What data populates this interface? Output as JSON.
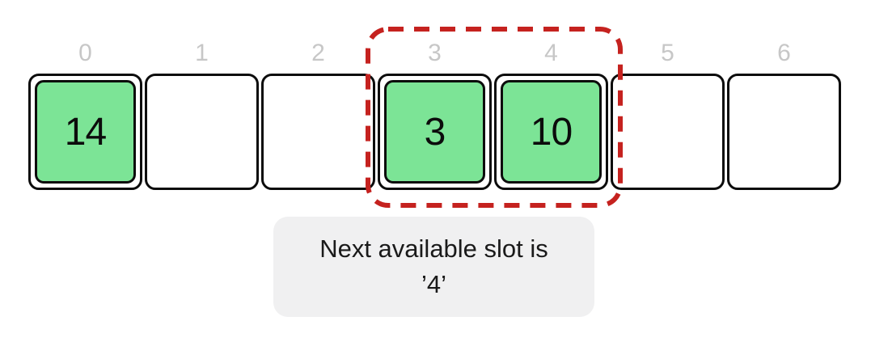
{
  "diagram_title": "hash-table-open-addressing",
  "slots": [
    {
      "index": "0",
      "value": "14"
    },
    {
      "index": "1",
      "value": null
    },
    {
      "index": "2",
      "value": null
    },
    {
      "index": "3",
      "value": "3"
    },
    {
      "index": "4",
      "value": "10"
    },
    {
      "index": "5",
      "value": null
    },
    {
      "index": "6",
      "value": null
    }
  ],
  "highlight": {
    "covers_slots": "3,4",
    "style": "dashed"
  },
  "caption": {
    "line1": "Next available slot is",
    "line2": "’4’"
  },
  "colors": {
    "filled_slot_green": "#7ce496",
    "highlight_red": "#c5221f",
    "slot_border_black": "#0c0c0c",
    "index_label_gray": "#c7c7c7",
    "caption_background": "#f0f0f1",
    "caption_text": "#1a1a1a"
  }
}
